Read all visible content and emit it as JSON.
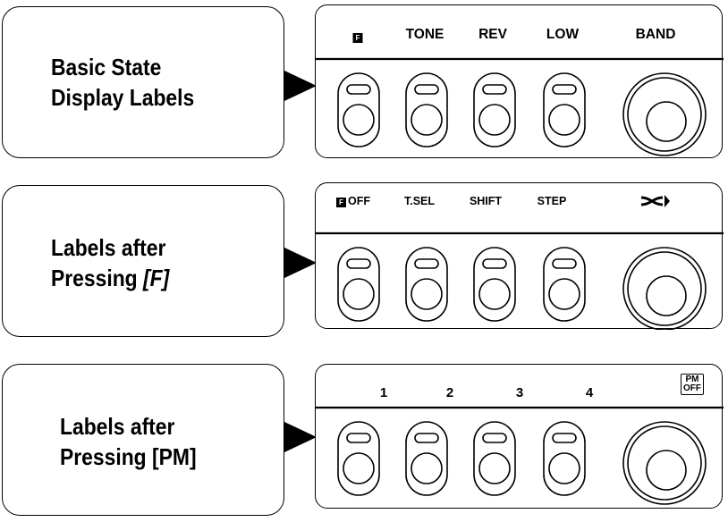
{
  "rows": [
    {
      "caption_lines": [
        "Basic State",
        "Display Labels"
      ],
      "f_glyph": "F",
      "labels": [
        "TONE",
        "REV",
        "LOW",
        "BAND"
      ]
    },
    {
      "caption_lines": [
        "Labels after",
        "Pressing ",
        "[F]"
      ],
      "f_glyph": "F",
      "labels": [
        "OFF",
        "T.SEL",
        "SHIFT",
        "STEP"
      ],
      "special_icon": "crossover-arrows-icon"
    },
    {
      "caption_lines": [
        "Labels after",
        "Pressing [PM]"
      ],
      "labels": [
        "1",
        "2",
        "3",
        "4"
      ],
      "pm_off": [
        "PM",
        "OFF"
      ]
    }
  ],
  "colors": {
    "ink": "#000000",
    "paper": "#ffffff"
  }
}
